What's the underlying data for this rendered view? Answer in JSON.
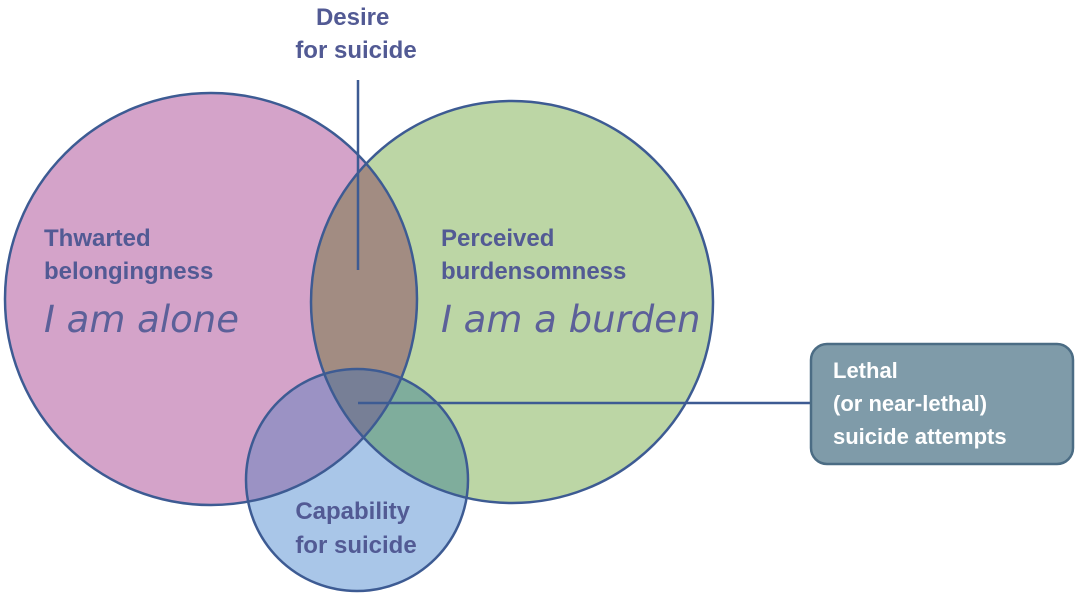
{
  "desire": {
    "line1": "Desire",
    "line2": "for suicide"
  },
  "thwarted": {
    "line1": "Thwarted",
    "line2": "belongingness",
    "quote": "I am alone"
  },
  "perceived": {
    "line1": "Perceived",
    "line2": "burdensomness",
    "quote": "I am a burden"
  },
  "capability": {
    "line1": "Capability",
    "line2": "for suicide"
  },
  "lethal": {
    "line1": "Lethal",
    "line2": "(or near-lethal)",
    "line3": "suicide attempts"
  },
  "colors": {
    "pink_fill": "#d4a3c9",
    "green_fill": "#bcd6a5",
    "blue_fill": "#a9c6e8",
    "pink_green_overlap": "#a28c82",
    "pink_blue_overlap": "#9b92c4",
    "green_blue_overlap": "#7fad9c",
    "center_overlap": "#777f96",
    "outline": "#3d5b93",
    "label_text": "#525a94",
    "quote_text": "#5c6099",
    "box_fill": "#7f9ba9",
    "box_border": "#4b6c84",
    "box_text": "#ffffff"
  }
}
